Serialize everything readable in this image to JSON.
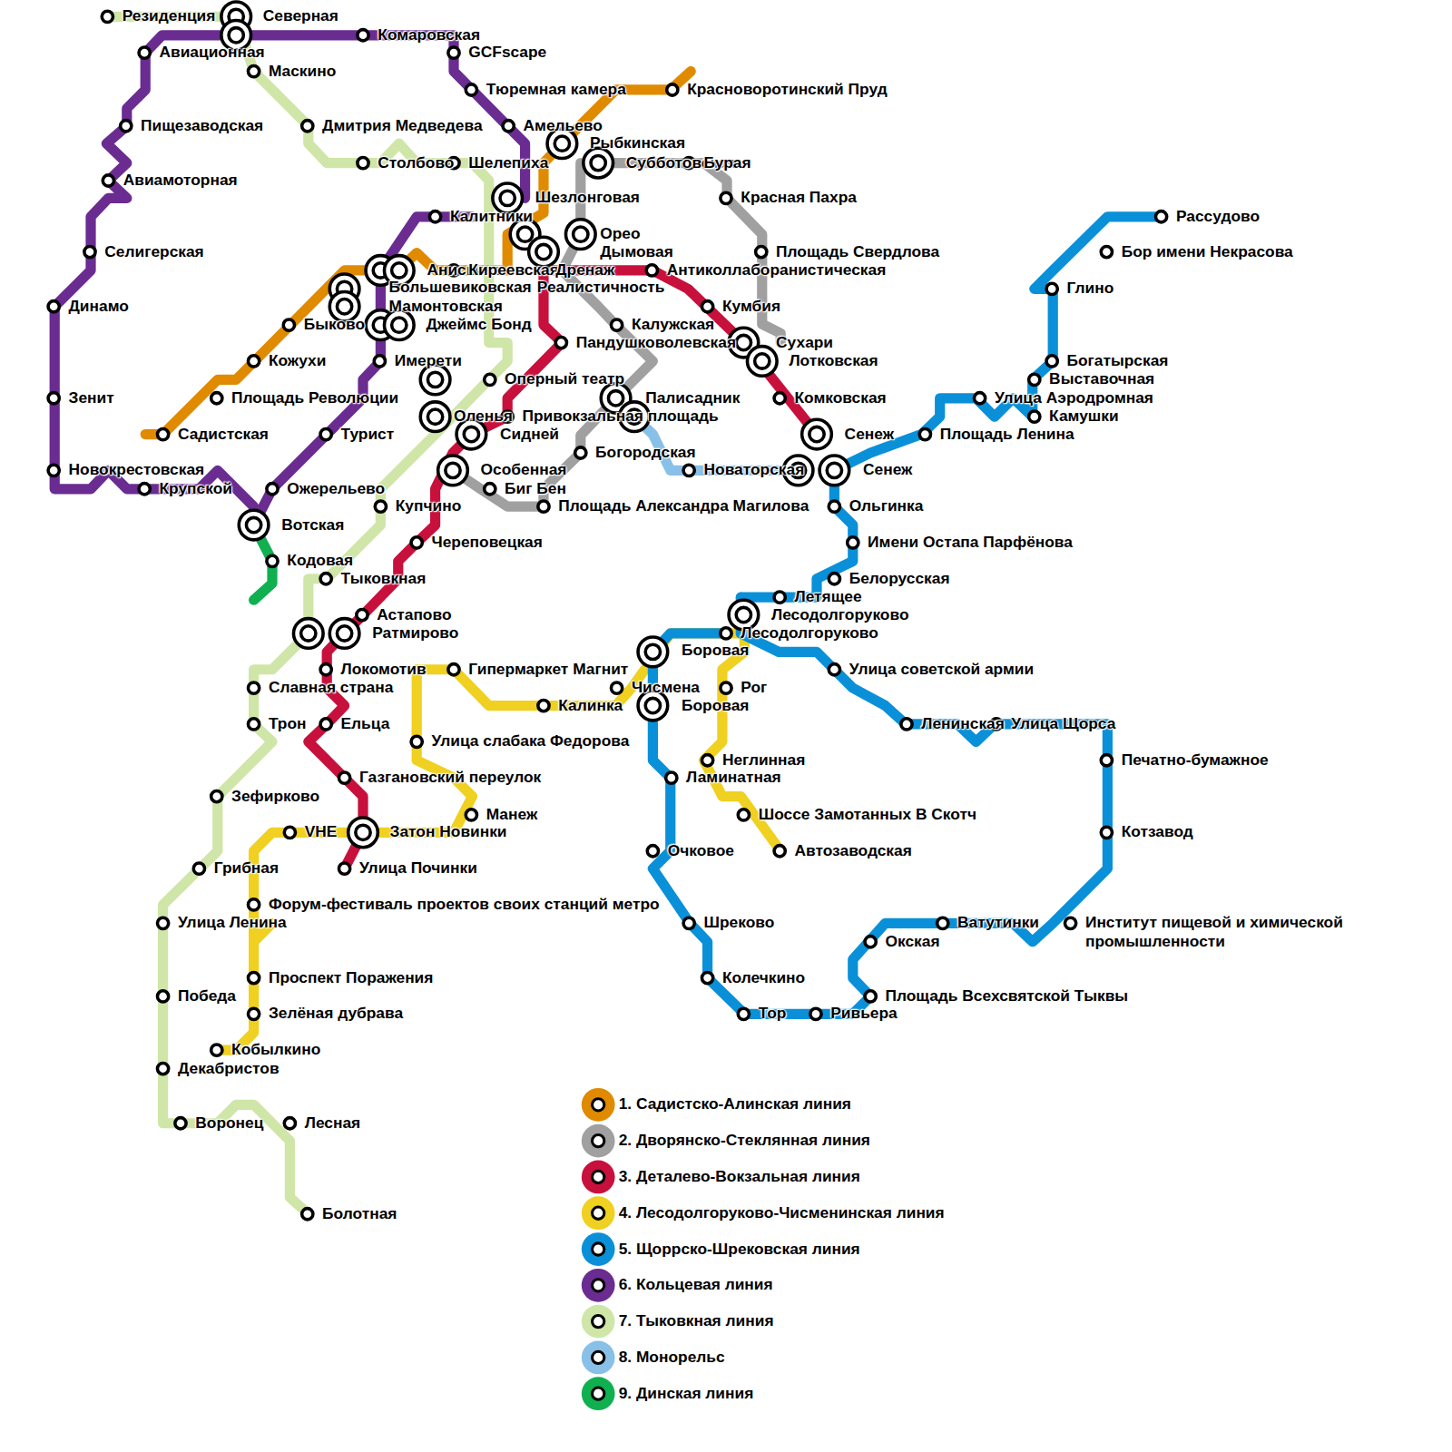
{
  "diagram": {
    "labels": [
      "Резиденция",
      "Северная",
      "Авиационная",
      "Комаровская",
      "Маскино",
      "GCFscape",
      "Тюремная камера",
      "Красноворотинский Пруд",
      "Пищезаводская",
      "Дмитрия Медведева",
      "Амельево",
      "Рыбкинская",
      "Авиамоторная",
      "Столбово",
      "Шелепиха",
      "Субботовская",
      "Бурая",
      "Шезлонговая",
      "Красная Пахра",
      "Калитники",
      "Орео",
      "Дымовая",
      "Селигерская",
      "Площадь Свердлова",
      "Анискино",
      "Киреевская",
      "Дренаж",
      "Антиколлаборанистическая",
      "Большевиковская",
      "Реалистичность",
      "Динамо",
      "Мамонтовская",
      "Кумбия",
      "Быково",
      "Джеймс Бонд",
      "Калужская",
      "Пандушковолевская",
      "Сухари",
      "Кожухи",
      "Имерети",
      "Лотковская",
      "Оперный театр",
      "Зенит",
      "Площадь Революции",
      "Палисадник",
      "Комковская",
      "Оленья",
      "Привокзальная площадь",
      "Сидней",
      "Садистская",
      "Турист",
      "Сенеж",
      "Площадь Ленина",
      "Улица Аэродромная",
      "Выставочная",
      "Камушки",
      "Богатырская",
      "Глино",
      "Бор имени Некрасова",
      "Рассудово",
      "Богородская",
      "Новокрестовская",
      "Особенная",
      "Новаторская",
      "Сенеж",
      "Крупской",
      "Ожерельево",
      "Биг Бен",
      "Купчино",
      "Площадь Александра Магилова",
      "Ольгинка",
      "Вотская",
      "Череповецкая",
      "Имени Остапа Парфёнова",
      "Кодовая",
      "Тыковкная",
      "Белорусская",
      "Летящее",
      "Астапово",
      "Лесодолгоруково",
      "Ратмирово",
      "Лесодолгоруково",
      "Боровая",
      "Гипермаркет Магнит",
      "Локомотив",
      "Улица советской армии",
      "Славная страна",
      "Чисмена",
      "Рог",
      "Калинка",
      "Боровая",
      "Трон",
      "Ельца",
      "Ленинская",
      "Улица Щорса",
      "Улица слабака Федорова",
      "Неглинная",
      "Печатно-бумажное",
      "Газгановский переулок",
      "Ламинатная",
      "Зефирково",
      "Манеж",
      "Шоссе Замотанных В Скотч",
      "VHE",
      "Затон Новинки",
      "Котзавод",
      "Очковое",
      "Автозаводская",
      "Грибная",
      "Улица Починки",
      "Форум-фестиваль проектов своих станций метро",
      "Улица Ленина",
      "Шреково",
      "Ватутинки",
      "Институт пищевой и химической промышленности",
      "Окская",
      "Проспект Поражения",
      "Колечкино",
      "Победа",
      "Площадь Всехсвятской Тыквы",
      "Зелёная дубрава",
      "Тор",
      "Ривьера",
      "Кобылкино",
      "Декабристов",
      "Воронец",
      "Лесная",
      "Болотная"
    ],
    "legend": [
      {
        "text": "1. Садистско-Алинская линия",
        "color": "#e08a00"
      },
      {
        "text": "2. Дворянско-Стеклянная линия",
        "color": "#a0a0a0"
      },
      {
        "text": "3. Деталево-Вокзальная линия",
        "color": "#c8103c"
      },
      {
        "text": "4. Лесодолгоруково-Чисменинская линия",
        "color": "#f0d020"
      },
      {
        "text": "5. Щоррско-Шрековская линия",
        "color": "#0a90d8"
      },
      {
        "text": "6. Кольцевая линия",
        "color": "#6a2c91"
      },
      {
        "text": "7. Тыковкная линия",
        "color": "#cfe6a8"
      },
      {
        "text": "8. Монорельс",
        "color": "#88c0e8"
      },
      {
        "text": "9. Динская линия",
        "color": "#10b050"
      }
    ]
  }
}
